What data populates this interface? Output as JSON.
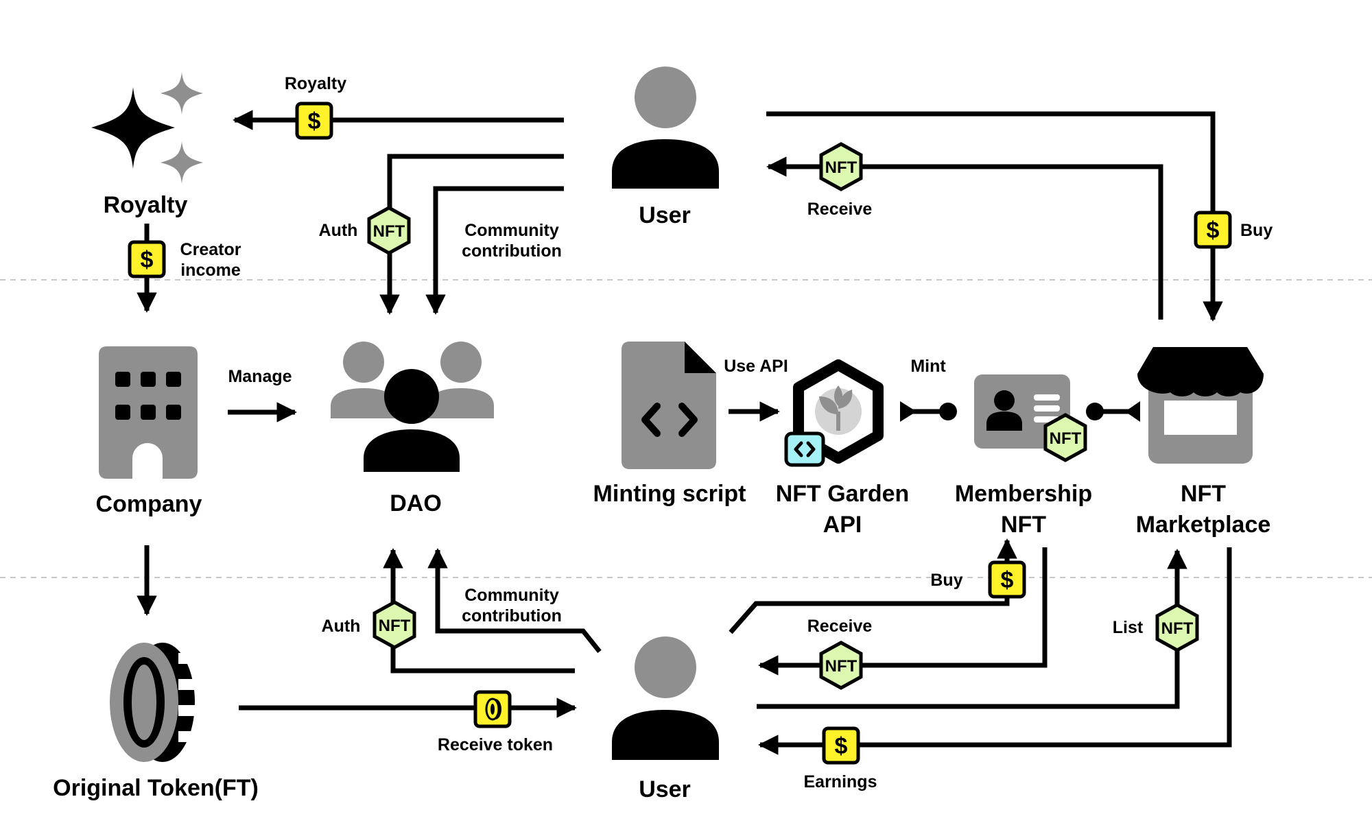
{
  "nodes": {
    "royalty": "Royalty",
    "user_top": "User",
    "company": "Company",
    "dao": "DAO",
    "minting_script": "Minting script",
    "nft_garden_api": [
      "NFT Garden",
      "API"
    ],
    "membership_nft": [
      "Membership",
      "NFT"
    ],
    "nft_marketplace": [
      "NFT",
      "Marketplace"
    ],
    "original_token": "Original Token(FT)",
    "user_bottom": "User"
  },
  "edges": {
    "royalty": "Royalty",
    "auth_top": "Auth",
    "community_top": [
      "Community",
      "contribution"
    ],
    "receive_top": "Receive",
    "buy_top": "Buy",
    "creator_income": [
      "Creator",
      "income"
    ],
    "manage": "Manage",
    "use_api": "Use API",
    "mint": "Mint",
    "buy_bottom": "Buy",
    "receive_bottom": "Receive",
    "list": "List",
    "auth_bottom": "Auth",
    "community_bottom": [
      "Community",
      "contribution"
    ],
    "receive_token": "Receive token",
    "earnings": "Earnings"
  },
  "badges": {
    "nft": "NFT",
    "dollar": "$"
  },
  "colors": {
    "black": "#000000",
    "gray": "#8f8f8f",
    "divider": "#c8c8c8",
    "badge_yellow": "#fff22a",
    "badge_green": "#dcf7b0",
    "code_cyan": "#a6f1f6"
  },
  "icons": {
    "royalty": "sparkles-icon",
    "user": "person-icon",
    "company": "building-icon",
    "dao": "group-icon",
    "minting_script": "code-file-icon",
    "nft_garden_api": "hexagon-sprout-icon",
    "membership_nft": "id-card-icon",
    "nft_marketplace": "storefront-icon",
    "original_token": "coin-icon"
  }
}
